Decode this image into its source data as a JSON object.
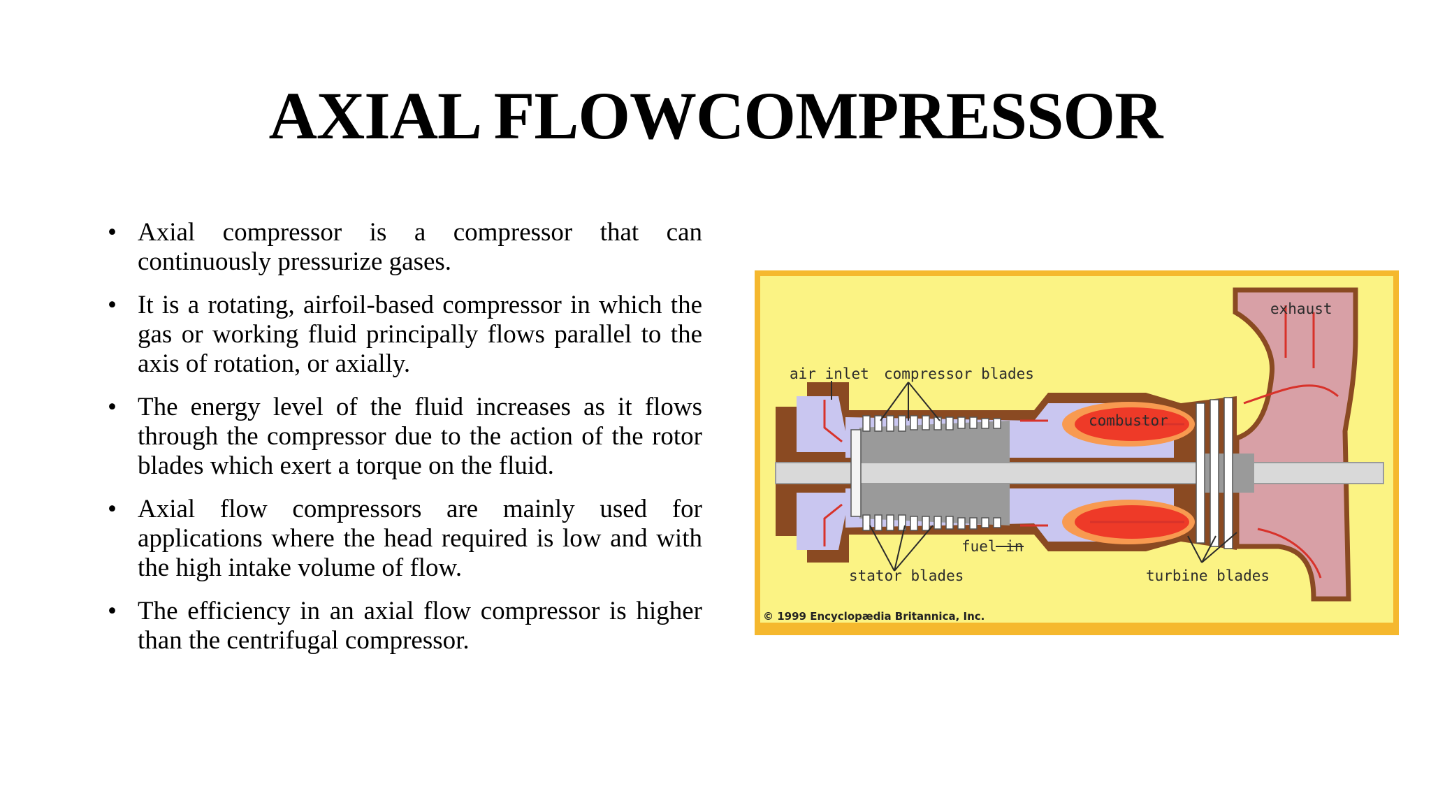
{
  "slide": {
    "title": "AXIAL FLOWCOMPRESSOR",
    "bullet_symbol": "•",
    "bullets": [
      "Axial compressor is a compressor that can continuously pressurize gases.",
      " It is a rotating, airfoil-based compressor in which the gas or working fluid principally flows parallel to the axis of rotation, or axially.",
      "The energy level of the fluid increases as it flows through the compressor due to the action of the rotor blades which exert a torque on the fluid.",
      "Axial flow compressors are mainly used for applications where the head required is low and with the high intake volume of flow.",
      "The efficiency in an axial flow compressor is higher than the centrifugal compressor."
    ]
  },
  "diagram": {
    "labels": {
      "air_inlet": "air inlet",
      "compressor_blades": "compressor blades",
      "combustor": "combustor",
      "exhaust": "exhaust",
      "fuel_in": "fuel in",
      "stator_blades": "stator blades",
      "turbine_blades": "turbine blades"
    },
    "copyright": "© 1999 Encyclopædia Britannica, Inc.",
    "colors": {
      "frame": "#f5b82e",
      "background": "#fbf384",
      "casing": "#8a4a22",
      "air": "#c9c6f0",
      "flame": "#ee3a28",
      "flame_glow": "#f89a50",
      "shaft": "#d9d9d9",
      "exhaust": "#d8a0a6",
      "arrow": "#d8322a"
    }
  }
}
